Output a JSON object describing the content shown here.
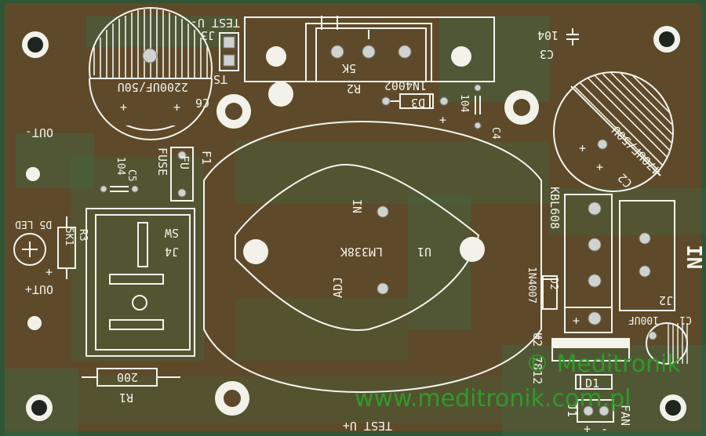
{
  "board": {
    "colors": {
      "substrate": "#5e4a2a",
      "copper_trace": "#3f6a46",
      "silkscreen": "#f4f4ec",
      "watermark": "#2e9a2a",
      "edge": "#2a4a2a"
    },
    "labels": {
      "test_minus": "TEST U-",
      "j3": "J3",
      "ts": "TS",
      "c6_value": "2200UF/50U",
      "c6": "C6",
      "plus": "+",
      "out_minus": "OUT-",
      "out_plus": "OUT+",
      "f1": "F1",
      "fuse": "FUSE",
      "fu": "FU",
      "c5_value": "104",
      "c5": "C5",
      "d5_led": "D5 LED",
      "r3": "R3",
      "r3_value": "5K1",
      "sw": "SW",
      "j4": "J4",
      "r2": "R2",
      "r2_value": "5K",
      "d3_part": "1N4002",
      "d3": "D3",
      "c4_value": "104",
      "c4": "C4",
      "c3_value": "104",
      "c3": "C3",
      "c2_value": "470UF/50U",
      "c2": "C2",
      "in_small": "IN",
      "lm338k": "LM338K",
      "u1": "U1",
      "adj": "ADJ",
      "kbl608": "KBL608",
      "in_big": "IN",
      "j2": "J2",
      "d2_part": "1N4007",
      "d2": "D2",
      "u2": "U2",
      "u2_part": "7812",
      "c1_value": "100UF",
      "c1": "C1",
      "d1": "D1",
      "j1": "J1",
      "fan": "FAN",
      "r1_value": "200",
      "r1": "R1",
      "test_plus": "TEST U+",
      "minus": "-"
    },
    "watermark": {
      "brand": "© Meditronik",
      "url": "www.meditronik.com.pl"
    }
  }
}
